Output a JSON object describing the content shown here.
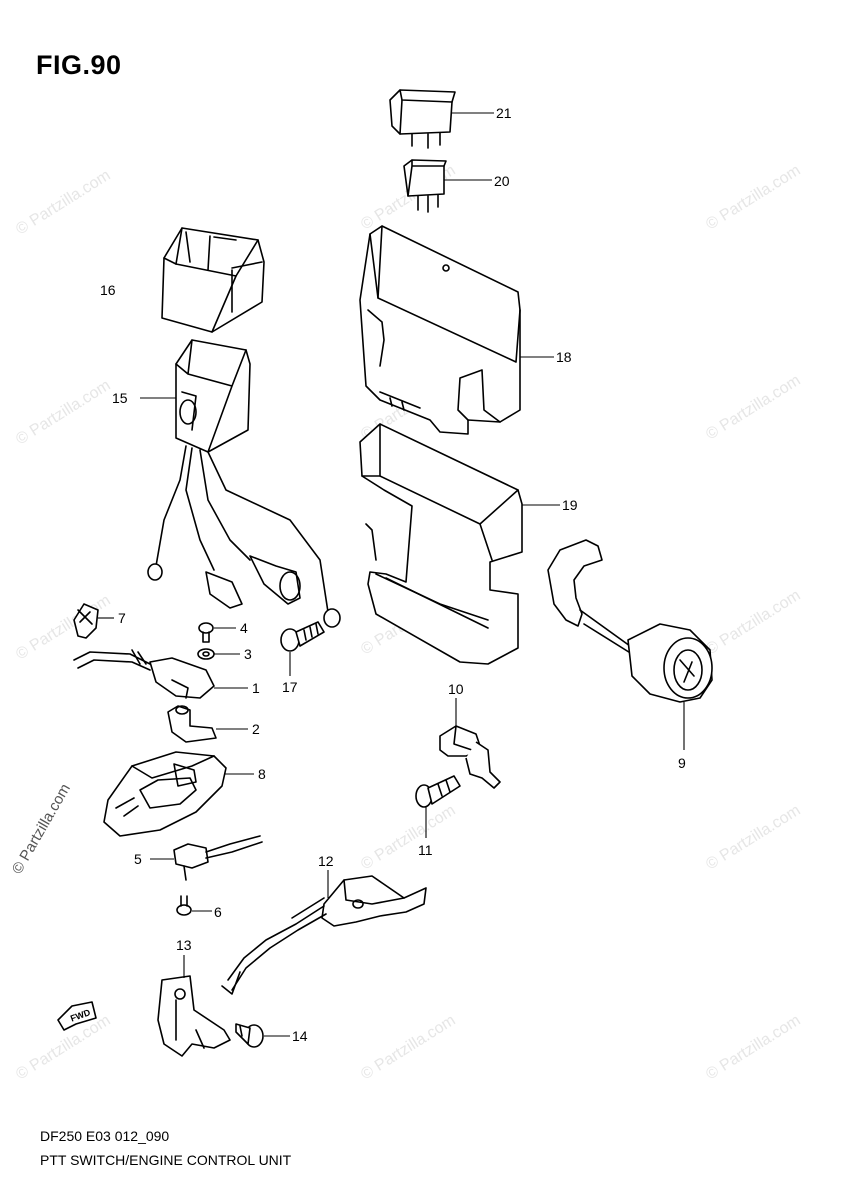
{
  "figure": {
    "title": "FIG.90"
  },
  "watermark": {
    "text": "© Partzilla.com"
  },
  "parts": [
    {
      "id": "21",
      "label": "21"
    },
    {
      "id": "20",
      "label": "20"
    },
    {
      "id": "16",
      "label": "16"
    },
    {
      "id": "18",
      "label": "18"
    },
    {
      "id": "15",
      "label": "15"
    },
    {
      "id": "19",
      "label": "19"
    },
    {
      "id": "7",
      "label": "7"
    },
    {
      "id": "4",
      "label": "4"
    },
    {
      "id": "3",
      "label": "3"
    },
    {
      "id": "17",
      "label": "17"
    },
    {
      "id": "1",
      "label": "1"
    },
    {
      "id": "2",
      "label": "2"
    },
    {
      "id": "9",
      "label": "9"
    },
    {
      "id": "10",
      "label": "10"
    },
    {
      "id": "8",
      "label": "8"
    },
    {
      "id": "11",
      "label": "11"
    },
    {
      "id": "5",
      "label": "5"
    },
    {
      "id": "12",
      "label": "12"
    },
    {
      "id": "6",
      "label": "6"
    },
    {
      "id": "13",
      "label": "13"
    },
    {
      "id": "14",
      "label": "14"
    }
  ],
  "fwd_marker": {
    "text": "FWD"
  },
  "caption": {
    "code": "DF250 E03 012_090",
    "name": "PTT SWITCH/ENGINE CONTROL UNIT"
  }
}
